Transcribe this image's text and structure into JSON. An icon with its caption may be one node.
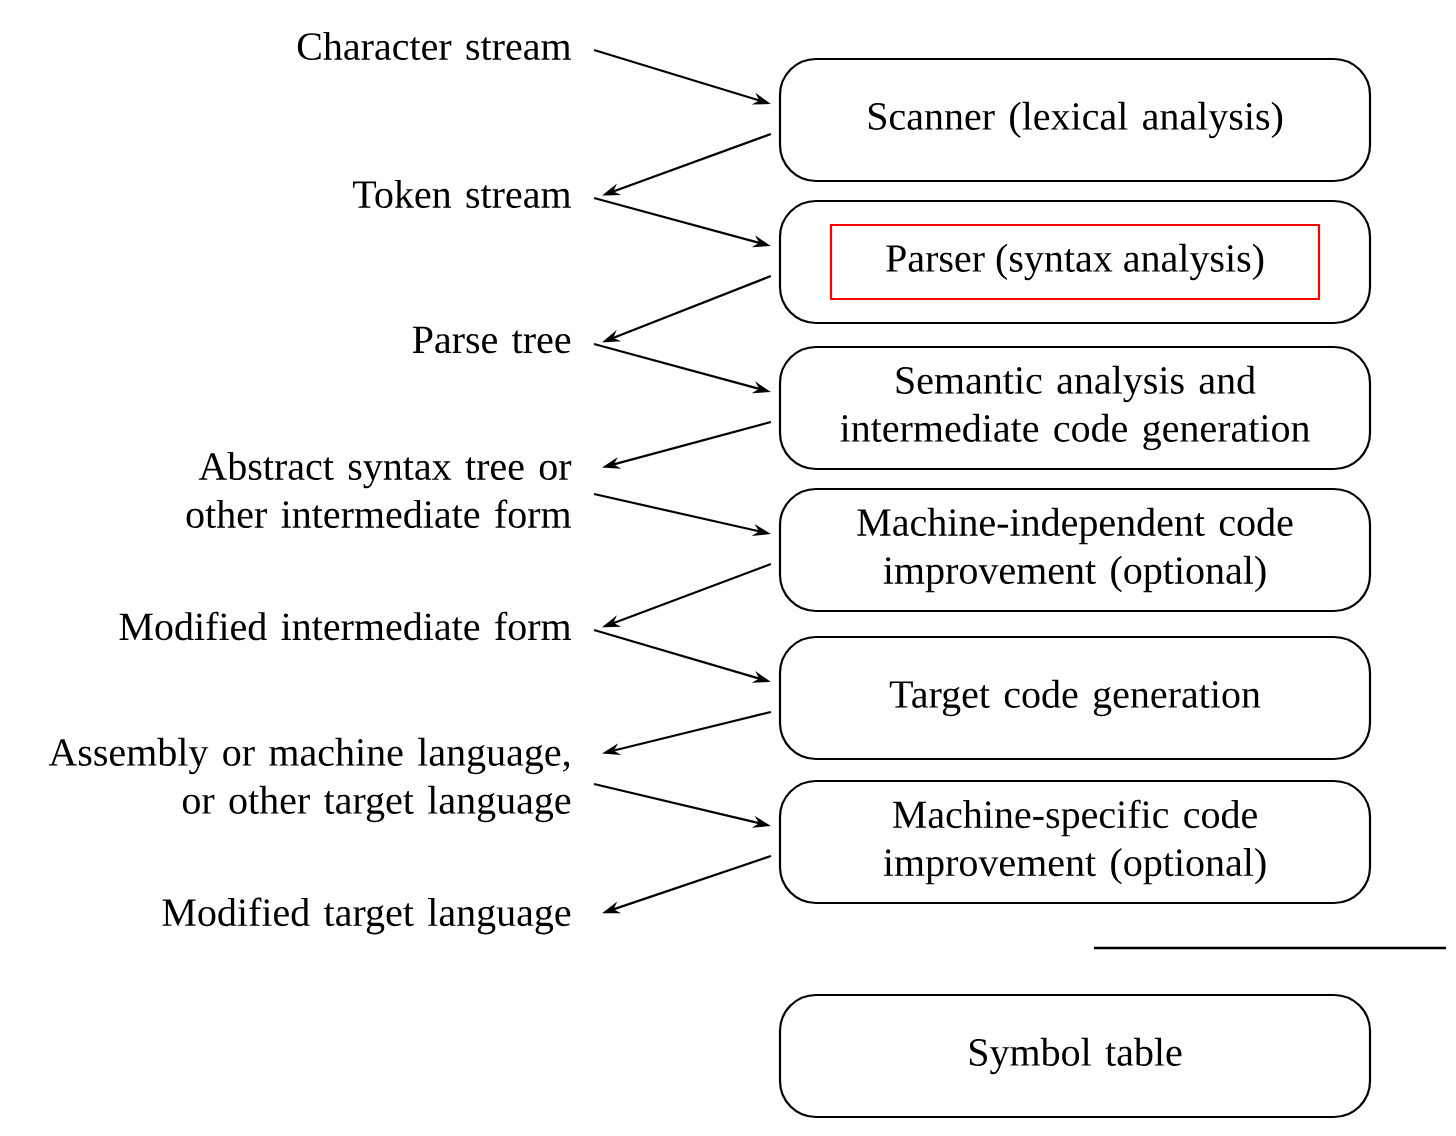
{
  "diagram": {
    "nodes": [
      {
        "text": [
          "Scanner (lexical analysis)"
        ]
      },
      {
        "text": [],
        "shape": "box"
      },
      {
        "text": [
          "Parser (syntax analysis)"
        ],
        "in": 1
      },
      {
        "text": [
          "Semantic analysis and intermediate code generation"
        ]
      },
      {
        "text": [
          "Machine-independent code improvement (optional)"
        ]
      },
      {
        "text": [
          "Target code generation"
        ]
      },
      {
        "text": [
          "Machine-specific code improvement (optional)"
        ]
      },
      {
        "text": [
          "Symbol table"
        ]
      },
      {
        "text": [
          "Character stream"
        ]
      },
      {
        "text": [
          "Token stream"
        ]
      },
      {
        "text": [
          "Parse tree"
        ]
      },
      {
        "text": [
          "Abstract syntax tree or other intermediate form"
        ]
      },
      {
        "text": [
          "Modified intermediate form"
        ]
      },
      {
        "text": [
          "Assembly or machine language, or other target language"
        ]
      },
      {
        "text": [
          "Modified target language"
        ]
      }
    ],
    "edges": [
      {
        "from": 8,
        "to": 0,
        "arrow": "to"
      },
      {
        "from": 0,
        "to": 9,
        "arrow": "to"
      },
      {
        "from": 9,
        "to": 1,
        "arrow": "to"
      },
      {
        "from": 1,
        "to": 10,
        "arrow": "to"
      },
      {
        "from": 10,
        "to": 3,
        "arrow": "to"
      },
      {
        "from": 3,
        "to": 11,
        "arrow": "to"
      },
      {
        "from": 11,
        "to": 4,
        "arrow": "to"
      },
      {
        "from": 4,
        "to": 12,
        "arrow": "to"
      },
      {
        "from": 12,
        "to": 5,
        "arrow": "to"
      },
      {
        "from": 5,
        "to": 13,
        "arrow": "to"
      },
      {
        "from": 13,
        "to": 6,
        "arrow": "to"
      },
      {
        "from": 6,
        "to": 14,
        "arrow": "to"
      }
    ]
  }
}
